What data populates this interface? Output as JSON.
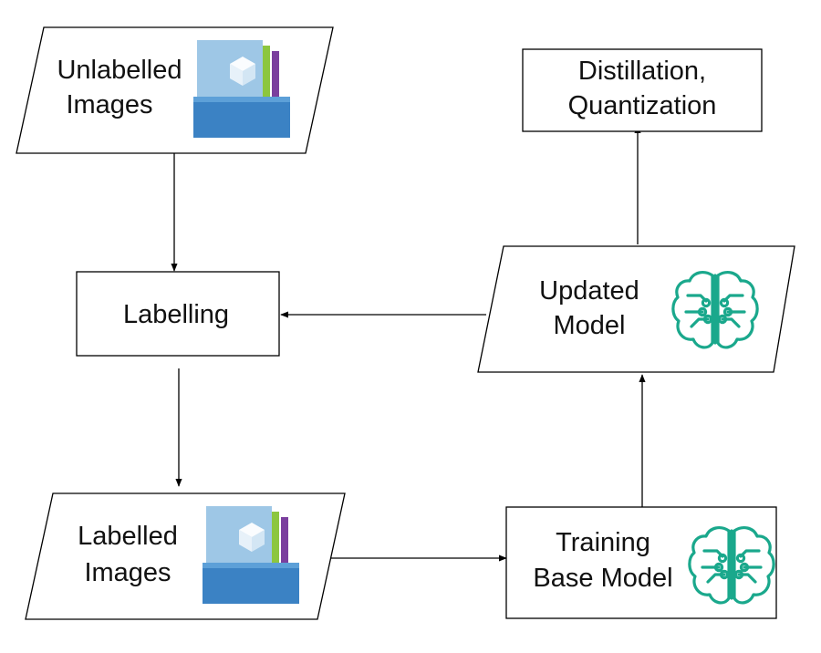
{
  "diagram": {
    "nodes": {
      "unlabelled_images": {
        "line1": "Unlabelled",
        "line2": "Images",
        "icon": "dataset-folder-icon"
      },
      "labelling": {
        "text": "Labelling"
      },
      "labelled_images": {
        "line1": "Labelled",
        "line2": "Images",
        "icon": "dataset-folder-icon"
      },
      "training_base_model": {
        "line1": "Training",
        "line2": "Base Model",
        "icon": "brain-circuit-icon"
      },
      "updated_model": {
        "line1": "Updated",
        "line2": "Model",
        "icon": "brain-circuit-icon"
      },
      "distillation": {
        "line1": "Distillation,",
        "line2": "Quantization"
      }
    },
    "edges": [
      {
        "from": "unlabelled_images",
        "to": "labelling"
      },
      {
        "from": "labelling",
        "to": "labelled_images"
      },
      {
        "from": "labelled_images",
        "to": "training_base_model"
      },
      {
        "from": "training_base_model",
        "to": "updated_model"
      },
      {
        "from": "updated_model",
        "to": "labelling"
      },
      {
        "from": "updated_model",
        "to": "distillation"
      }
    ],
    "colors": {
      "folder_back": "#9ec7e6",
      "folder_front": "#3b82c4",
      "cube": "#8fc2e8",
      "doc_green": "#8cc63f",
      "doc_purple": "#7b3f9e",
      "brain": "#1aa88c"
    }
  }
}
